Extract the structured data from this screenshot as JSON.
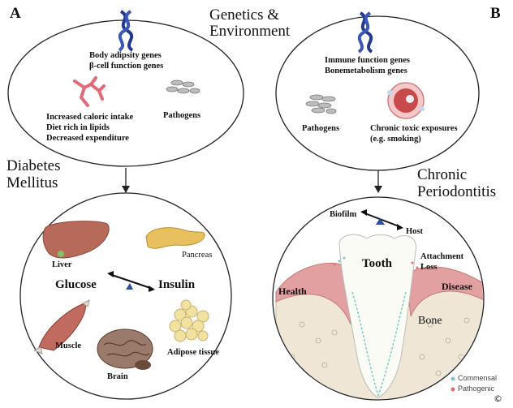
{
  "panel_a": {
    "letter": "A",
    "top_genes_1": "Body adipsity genes",
    "top_genes_2": "β-cell function genes",
    "lifestyle_1": "Increased caloric intake",
    "lifestyle_2": "Diet rich in lipids",
    "lifestyle_3": "Decreased expenditure",
    "pathogens": "Pathogens",
    "disease_1": "Diabetes",
    "disease_2": "Mellitus",
    "liver": "Liver",
    "pancreas": "Pancreas",
    "glucose": "Glucose",
    "insulin": "Insulin",
    "muscle": "Muscle",
    "brain": "Brain",
    "adipose": "Adipose tissue"
  },
  "header": {
    "line1": "Genetics &",
    "line2": "Environment"
  },
  "panel_b": {
    "letter": "B",
    "genes_1": "Immune function genes",
    "genes_2": "Bonemetabolism genes",
    "pathogens": "Pathogens",
    "exposure_1": "Chronic toxic exposures",
    "exposure_2": "(e.g. smoking)",
    "disease_1": "Chronic",
    "disease_2": "Periodontitis",
    "biofilm": "Biofilm",
    "host": "Host",
    "tooth": "Tooth",
    "attachment_1": "Attachment",
    "attachment_2": "Loss",
    "health": "Health",
    "disease": "Disease",
    "bone": "Bone",
    "legend_commensal": "Commensal",
    "legend_pathogenic": "Pathogenic",
    "copyright": "©"
  },
  "colors": {
    "dna": "#233a8c",
    "bacteria": "#e06a7a",
    "liver": "#b86a5a",
    "pancreas": "#e8c060",
    "fat": "#f2e2a0",
    "muscle": "#c06a60",
    "brain": "#8a6a5a",
    "gum": "#e3a0a0",
    "bone": "#efe6d6",
    "commensal": "#7fc8c8",
    "pathogenic": "#e07070",
    "balance": "#2a4fa0"
  }
}
